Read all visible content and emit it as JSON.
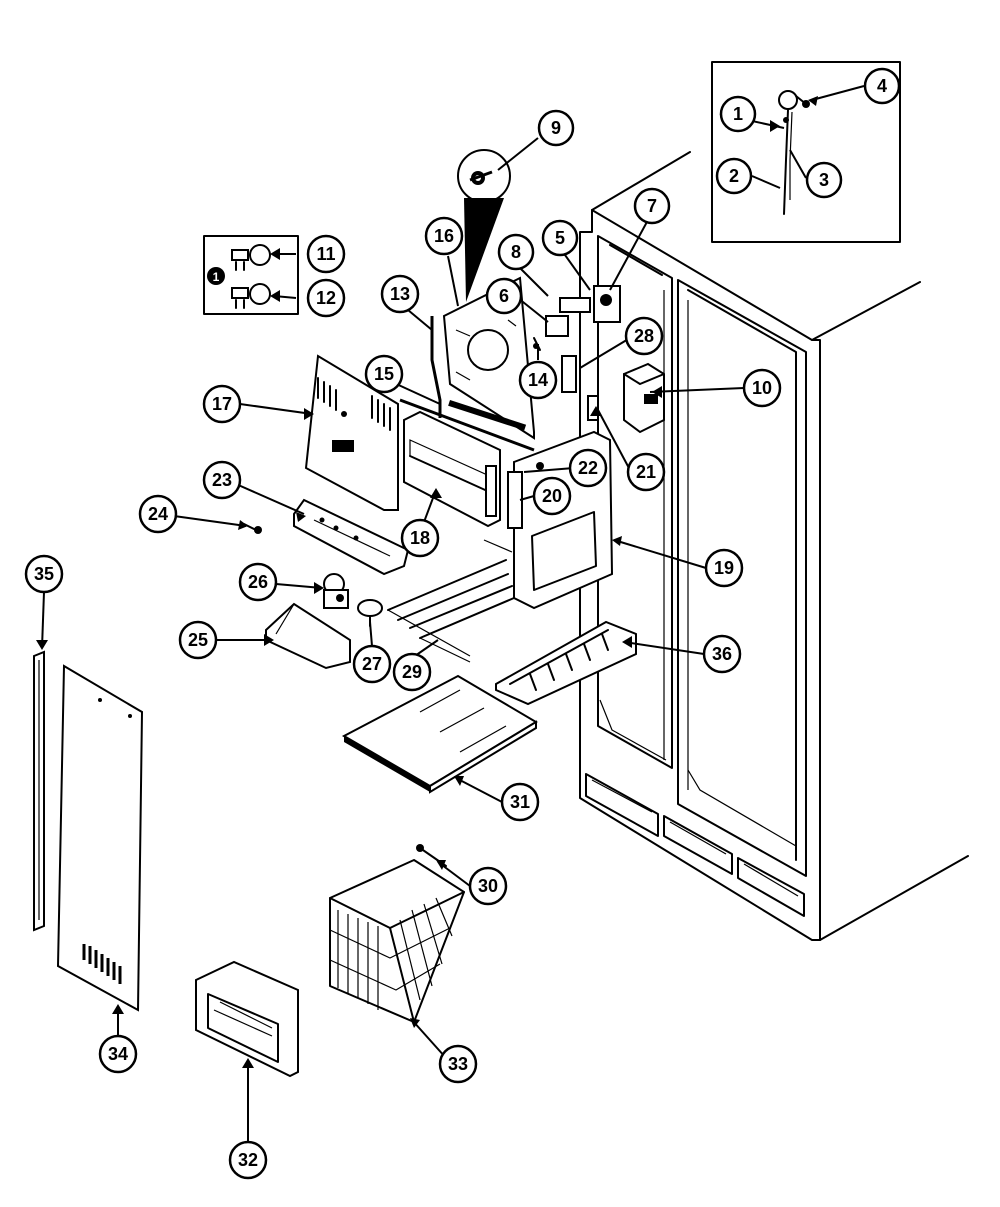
{
  "callouts": {
    "c1": "1",
    "c2": "2",
    "c3": "3",
    "c4": "4",
    "c5": "5",
    "c6": "6",
    "c7": "7",
    "c8": "8",
    "c9": "9",
    "c10": "10",
    "c11": "11",
    "c12": "12",
    "c13": "13",
    "c14": "14",
    "c15": "15",
    "c16": "16",
    "c17": "17",
    "c18": "18",
    "c19": "19",
    "c20": "20",
    "c21": "21",
    "c22": "22",
    "c23": "23",
    "c24": "24",
    "c25": "25",
    "c26": "26",
    "c27": "27",
    "c28": "28",
    "c29": "29",
    "c30": "30",
    "c31": "31",
    "c32": "32",
    "c33": "33",
    "c34": "34",
    "c35": "35",
    "c36": "36"
  },
  "inset_marker": "1"
}
